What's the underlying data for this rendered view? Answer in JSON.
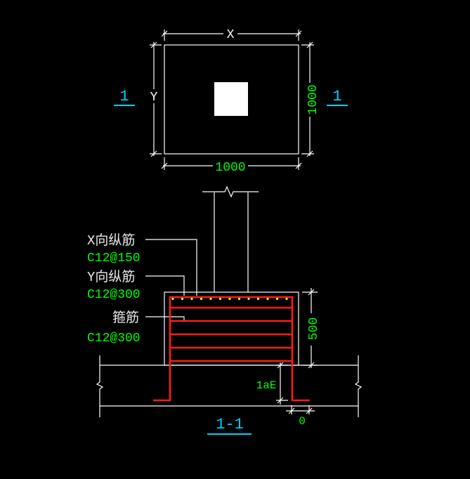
{
  "colors": {
    "background": "#000000",
    "line": "#ffffff",
    "dimension": "#00ff00",
    "section": "#00d0ff",
    "rebar": "#ff1a1a",
    "rebar_dot": "#ffff00"
  },
  "plan": {
    "dim_x_label": "X",
    "dim_y_label": "Y",
    "dim_bottom": "1000",
    "dim_right": "1000",
    "section_mark_left": "1",
    "section_mark_right": "1"
  },
  "section": {
    "x_rebar_label": "X向纵筋",
    "x_rebar_spec": "C12@150",
    "y_rebar_label": "Y向纵筋",
    "y_rebar_spec": "C12@300",
    "stirrup_label": "箍筋",
    "stirrup_spec": "C12@300",
    "height_dim": "500",
    "anchor_label": "1aE",
    "offset_dim": "0",
    "title": "1-1"
  }
}
